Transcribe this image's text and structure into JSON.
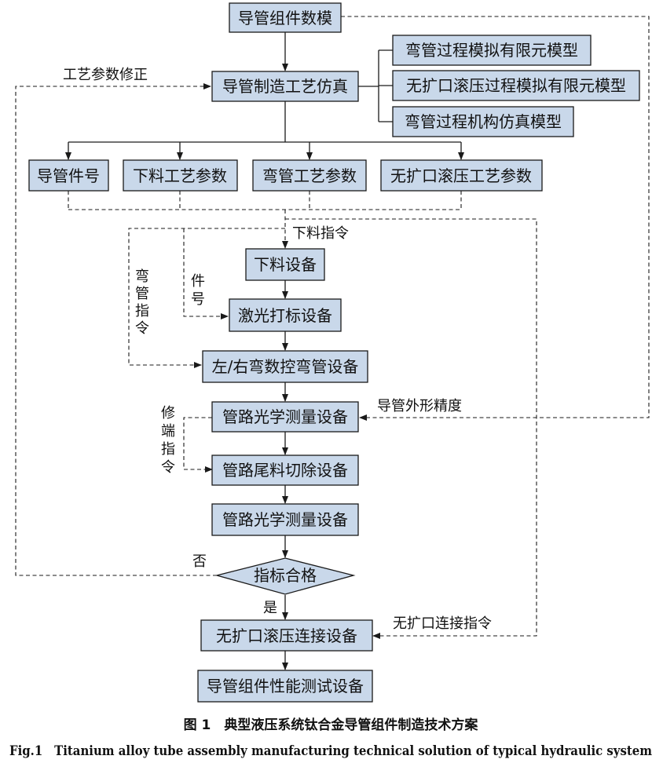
{
  "nodes": {
    "tube_model": "导管组件数模",
    "sim": "导管制造工艺仿真",
    "bend_fem": "弯管过程模拟有限元模型",
    "roll_fem": "无扩口滚压过程模拟有限元模型",
    "bend_mech": "弯管过程机构仿真模型",
    "part_no": "导管件号",
    "cut_param": "下料工艺参数",
    "bend_param": "弯管工艺参数",
    "roll_param": "无扩口滚压工艺参数",
    "cut_dev": "下料设备",
    "laser_dev": "激光打标设备",
    "cnc_bend_dev": "左/右弯数控弯管设备",
    "optic1": "管路光学测量设备",
    "trim_dev": "管路尾料切除设备",
    "optic2": "管路光学测量设备",
    "check": "指标合格",
    "roll_dev": "无扩口滚压连接设备",
    "test_dev": "导管组件性能测试设备"
  },
  "labels": {
    "param_fix": "工艺参数修正",
    "cut_cmd": "下料指令",
    "bend_cmd": [
      "弯",
      "管",
      "指",
      "令"
    ],
    "part_cmd": [
      "件",
      "号"
    ],
    "shape_acc": "导管外形精度",
    "trim_cmd": [
      "修",
      "端",
      "指",
      "令"
    ],
    "no": "否",
    "yes": "是",
    "roll_cmd": "无扩口连接指令"
  },
  "caption": {
    "zh": "图 1　典型液压系统钛合金导管组件制造技术方案",
    "en": "Fig.1　Titanium alloy tube assembly manufacturing technical solution of typical hydraulic system"
  }
}
